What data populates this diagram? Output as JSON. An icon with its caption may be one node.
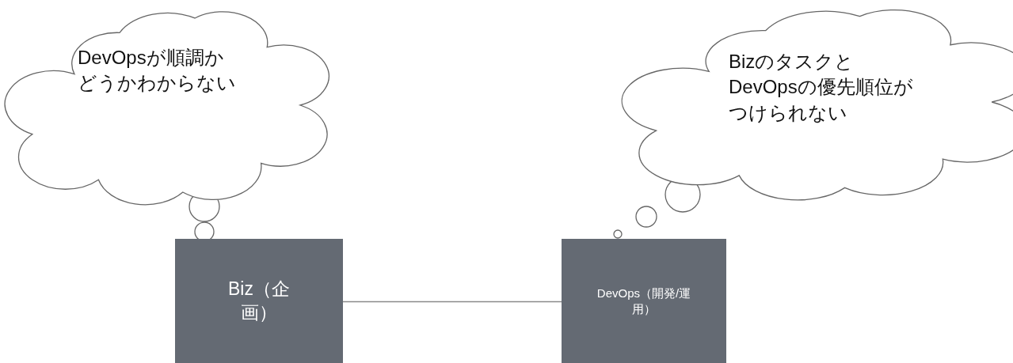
{
  "diagram": {
    "nodes": [
      {
        "text": [
          "DevOpsが順調かどうかわからない"
        ]
      },
      {
        "text": [
          "Biz（企画）"
        ]
      },
      {
        "text": [
          "BizのタスクとDevOpsの優先順位がつけられない"
        ]
      },
      {
        "text": [
          "DevOps（開発/運用）"
        ]
      }
    ],
    "edges": [
      {
        "from": 1,
        "to": 3,
        "arrow": "none"
      }
    ]
  }
}
